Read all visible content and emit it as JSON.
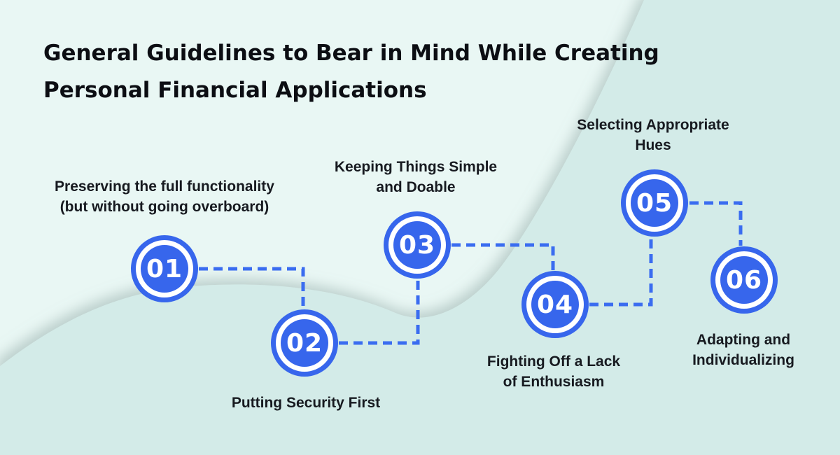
{
  "title": {
    "line1": "General Guidelines to Bear in Mind While Creating",
    "line2": "Personal Financial Applications"
  },
  "steps": [
    {
      "number": "01",
      "label": "Preserving the full functionality (but without going overboard)",
      "label_lines": [
        "Preserving the full functionality",
        "(but without going overboard)"
      ]
    },
    {
      "number": "02",
      "label": "Putting Security First",
      "label_lines": [
        "Putting Security First"
      ]
    },
    {
      "number": "03",
      "label": "Keeping Things Simple and Doable",
      "label_lines": [
        "Keeping Things Simple",
        "and Doable"
      ]
    },
    {
      "number": "04",
      "label": "Fighting Off a Lack of Enthusiasm",
      "label_lines": [
        "Fighting Off a Lack",
        "of Enthusiasm"
      ]
    },
    {
      "number": "05",
      "label": "Selecting Appropriate Hues",
      "label_lines": [
        "Selecting Appropriate",
        "Hues"
      ]
    },
    {
      "number": "06",
      "label": "Adapting and Individualizing",
      "label_lines": [
        "Adapting and",
        "Individualizing"
      ]
    }
  ],
  "colors": {
    "accent_blue": "#3766ec",
    "dash_blue": "#3a6cf0",
    "background_light": "#e9f7f4",
    "background_teal": "#d3ebe8",
    "wave_shadow": "#8fa8a5",
    "title_text": "#0c0e13",
    "label_text": "#171a20",
    "circle_number_text": "#ffffff"
  }
}
